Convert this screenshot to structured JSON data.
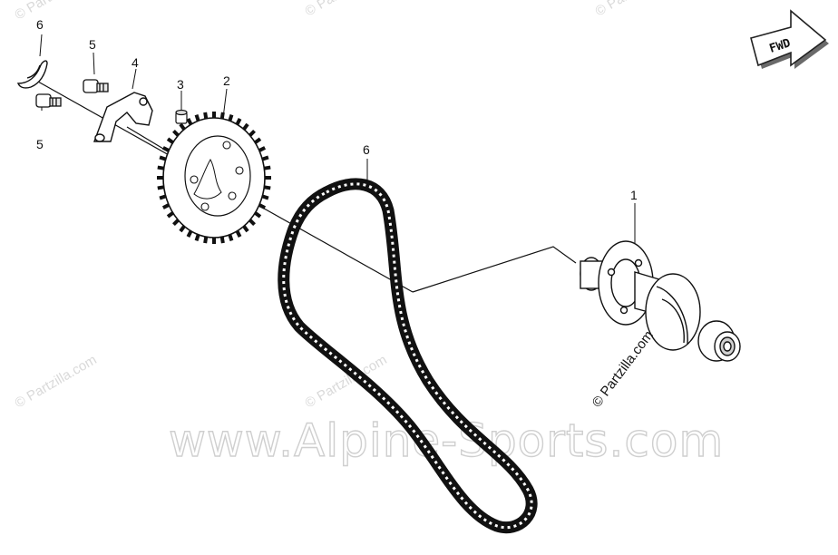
{
  "watermarks": {
    "site": "www.Alpine-Sports.com",
    "partzilla": "© Partzilla.com"
  },
  "copyright": "© Partzilla.com",
  "fwd_label": "FWD",
  "callouts": [
    {
      "id": "shaft",
      "label": "1"
    },
    {
      "id": "sprocket",
      "label": "2"
    },
    {
      "id": "pin",
      "label": "3"
    },
    {
      "id": "plate",
      "label": "4"
    },
    {
      "id": "bolt-upper",
      "label": "5"
    },
    {
      "id": "bolt-lower",
      "label": "5"
    },
    {
      "id": "chain",
      "label": "6"
    },
    {
      "id": "clip",
      "label": "6"
    }
  ]
}
